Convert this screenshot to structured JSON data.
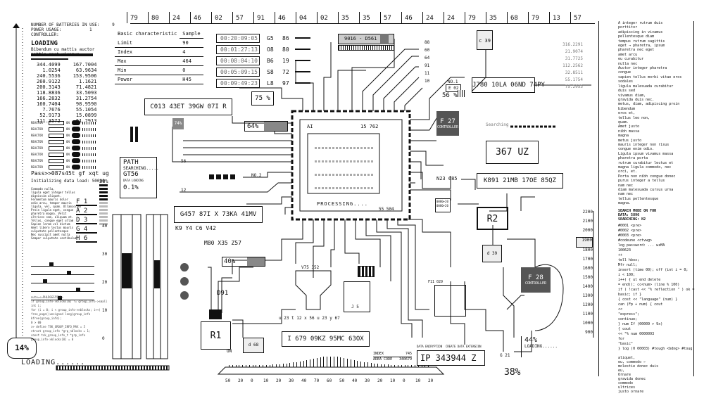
{
  "top_ruler": {
    "numbers": [
      "79",
      "80",
      "24",
      "46",
      "02",
      "57",
      "91",
      "46",
      "04",
      "02",
      "35",
      "35",
      "57",
      "46",
      "24",
      "24",
      "79",
      "35",
      "68",
      "79",
      "13",
      "57"
    ]
  },
  "header_left": {
    "small_lines": [
      "NUMBER OF BATTERIES IN USE:",
      "POWER USAGE:",
      "CONTROLLER:"
    ],
    "small_values": [
      "9",
      "1",
      ""
    ],
    "loading": "LOADING",
    "loading_sub": [
      "Bibendum cu mattis auctor",
      "mattis amet vivamus"
    ]
  },
  "left_numbers": {
    "col1": [
      "344.4099",
      "1.0254",
      "240.5536",
      "260.9122",
      "200.3143",
      "118.8836",
      "166.2832",
      "160.7404",
      "7.7676",
      "52.9173",
      "111.3572"
    ],
    "col2": [
      "167.7004",
      "63.9634",
      "153.9506",
      "1.1621",
      "71.4821",
      "33.5093",
      "31.2754",
      "98.9590",
      "55.1054",
      "15.0899",
      "61.2913"
    ]
  },
  "reactor_rows": [
    "REACTOR",
    "REACTOR",
    "REACTOR",
    "REACTOR",
    "REACTOR",
    "REACTOR",
    "REACTOR",
    "REACTOR"
  ],
  "reactor_on": "ON",
  "pass_text": "Pass>>087s45t gf xqt ug",
  "pass_sub": "Initializing data load: 50000",
  "percent_38_small": "38%",
  "left_text_block": [
    "Commodo nulla,",
    "ligula eget integer tellus",
    "dignissim aliquet.",
    "Fermentum mauris dolor",
    "odio arcu, tempor mauris",
    "ligula, vel, quam. Ullamcorper",
    "Proin ligula eget, congue",
    "pharetra magna. Velit",
    "ultrices sem, aliquam et.",
    "Tellus, congue eget ullam",
    "Sapien lorem vel dictum",
    "Amet libero lectus mauris",
    "vulputate pellentesque",
    "Nec suscipit amet nulla",
    "Semper vulputate vestibulum"
  ],
  "f_labels": [
    "F 1",
    "A 2",
    "D 3",
    "G 4",
    "H 6"
  ],
  "y_labels": [
    "40",
    "30",
    "20",
    "10",
    "0"
  ],
  "code_lines": [
    "auto=<=PHLDGGS5555>",
    "if group_info->blocks[0] != group_info->small",
    "int i;",
    "for (i = 0; i < group_info->nblocks; i++)",
    "free_page((unsigned long)group_info",
    "kfree(group_info);",
    "0 > 00",
    ">> define TSK_GROUP_INFO_MAX = 5",
    "struct group_info *grp_nblocks = 1;",
    "const tsk_group_info_t *grp_info",
    "group_info->blocks[0] = 0"
  ],
  "bottom_left": {
    "percent": "14%",
    "loading": "LOADING......"
  },
  "characteristic_table": {
    "header": [
      "Basic characteristic",
      "Sample"
    ],
    "rows": [
      [
        "Limit",
        "90"
      ],
      [
        "Index",
        "4"
      ],
      [
        "Max",
        "464"
      ],
      [
        "Min",
        "0"
      ],
      [
        "Power",
        "H45"
      ]
    ]
  },
  "timelog": [
    {
      "time": "00:20:09:05",
      "code": "G5",
      "num": "86"
    },
    {
      "time": "00:01:27:13",
      "code": "O8",
      "num": "80"
    },
    {
      "time": "00:08:04:10",
      "code": "B6",
      "num": "19"
    },
    {
      "time": "00:05:09:15",
      "code": "S8",
      "num": "72"
    },
    {
      "time": "00:09:49:23",
      "code": "L8",
      "num": "97"
    }
  ],
  "id_9016": "9016 - D561",
  "pin_numbers": [
    "88",
    "60",
    "64",
    "91",
    "11",
    "10"
  ],
  "c39": "c 39",
  "no1": "NO.1",
  "e02": "E 02",
  "pct56": "56 %",
  "j780": "J780  10LA  06ND  74PY",
  "right_numbers": [
    "316.2291",
    "21.9074",
    "31.7725",
    "112.2562",
    "32.8511",
    "55.1754",
    "75.2953"
  ],
  "c013": "C013  43ET  39GW  07I R",
  "pct75": "75 %",
  "pct74": "74%",
  "pct64": "64%",
  "chip": {
    "label_ai": "AI",
    "label_num": "15  762",
    "processing": "PROCESSING....",
    "sub": "55 504"
  },
  "f27": {
    "code": "F 27",
    "label": "CONTROLLER"
  },
  "searching": "Searching",
  "uz": "367 UZ",
  "path": {
    "title": "PATH",
    "sub": "SEARCHING.....",
    "code": "GT56",
    "dl": "DATA LOADING",
    "pct": "0.1%"
  },
  "n56": "56",
  "n12": "12",
  "no2": "NO.2",
  "n23": "N23  685",
  "k891": "K891  21MB  17OE  85QZ",
  "g457": "G457  87I X  73KA  41MV",
  "k9y4": "K9 Y4 C6 V42",
  "m80": "M80  X35  Z57",
  "pct40": "40%",
  "d91": "D91",
  "r1": "R1",
  "on": "ON",
  "d68": "d 68",
  "v75": "V75  352",
  "u23": "u 23  t 12  x 56  u 23  y 67",
  "j5": "J 5",
  "r2": "R2",
  "d39": "d 39",
  "f11": "F11  029",
  "f28": {
    "code": "F 28",
    "label": "CONTROLLER"
  },
  "i679": "I 679  09KZ  95MC  63OX",
  "index_area": {
    "index_label": "INDEX",
    "index_value": "745",
    "area_label": "AREA CODE",
    "area_value": "340679"
  },
  "ip": {
    "label1": "DATA ENCRYPTION",
    "label2": "CREATE DATA EXTENSION",
    "value": "IP  343944   Z"
  },
  "pct44": "44%",
  "loading44": "LOADING......",
  "g21": "G 21",
  "pct38": "38%",
  "scale_numbers": [
    "2200",
    "2100",
    "2000",
    "1900",
    "1800",
    "1700",
    "1600",
    "1500",
    "1400",
    "1300",
    "1200",
    "1100",
    "1000",
    "900"
  ],
  "bottom_scale": [
    "50",
    "20",
    "0",
    "10",
    "20",
    "30",
    "40",
    "70",
    "60",
    "50",
    "40",
    "30",
    "20",
    "10",
    "0",
    "10",
    "20"
  ],
  "right_text_top": [
    "A integer rutrum duis",
    "porttitor",
    "adipiscing in vivamus",
    "pellentesque diam",
    "tempus rutrum sagittis",
    "eget → pharetra, ipsum",
    "pharetra nec eget",
    "amet arcu",
    "eu curabitur",
    "nulla nec",
    "Auctor integer pharetra",
    "congue",
    "sapien tellus morbi vitae eros",
    "sodales",
    "ligula malesuada curabitur",
    "duis sed",
    "vivamus diam,",
    "gravida duis nec.",
    "metus, diam, adipiscing proin",
    "bibendum",
    "eros et,",
    "tellus leo non,",
    "quam.",
    "Amet justo",
    "nibh massa",
    "magna",
    "metus justo",
    "mauris integer non risus",
    "congue enim odio.",
    "Ligula ipsum vivamus massa",
    "pharetra porta",
    "rutrum curabitur lectus et",
    "magna ligula commodo, nec",
    "orci, et.",
    "Porta non nibh congue donec",
    "purus integer a tellus",
    "nam nec",
    "diam malesuada cursus urna",
    "nam nec",
    "tellus pellentesque",
    "magna."
  ],
  "right_search_mode": [
    "SEARCH MODE ON FOR",
    "DATA: 5896",
    "SEARCHING: N2"
  ],
  "right_code": [
    "#0001 <pre>",
    "#0002 <pre>",
    "#0003 <pre>",
    "#codeune <ctvwg>",
    "log password: ... wzMA",
    "100623",
    "++",
    "tell hbox;",
    "Mfr null;",
    "insert (time 00); off (int i = 0;",
    "i < 100;",
    "i++) { ul end delete",
    "= end(); cc<num> (line % 100)",
    "if ( !cast << \"% reflection \" ) ok = basic; if }",
    "{ cost << \"language\" (num) }",
    "can (Fp + num) { cout",
    "<<",
    "\"express\";",
    "continue;",
    "} num If (00009 > 9x)",
    "{ cout",
    "<< \"% num 0000093",
    "for",
    "\"basic\"",
    "} log (0 00003) #tough <bdng> #toug"
  ],
  "right_text_bottom": [
    "aliquet,",
    "eu, commodo ←",
    "molestie donec duis",
    "eu,",
    "Ornare",
    "gravida donec",
    "commodo",
    "ultrices",
    "justo ornare"
  ]
}
